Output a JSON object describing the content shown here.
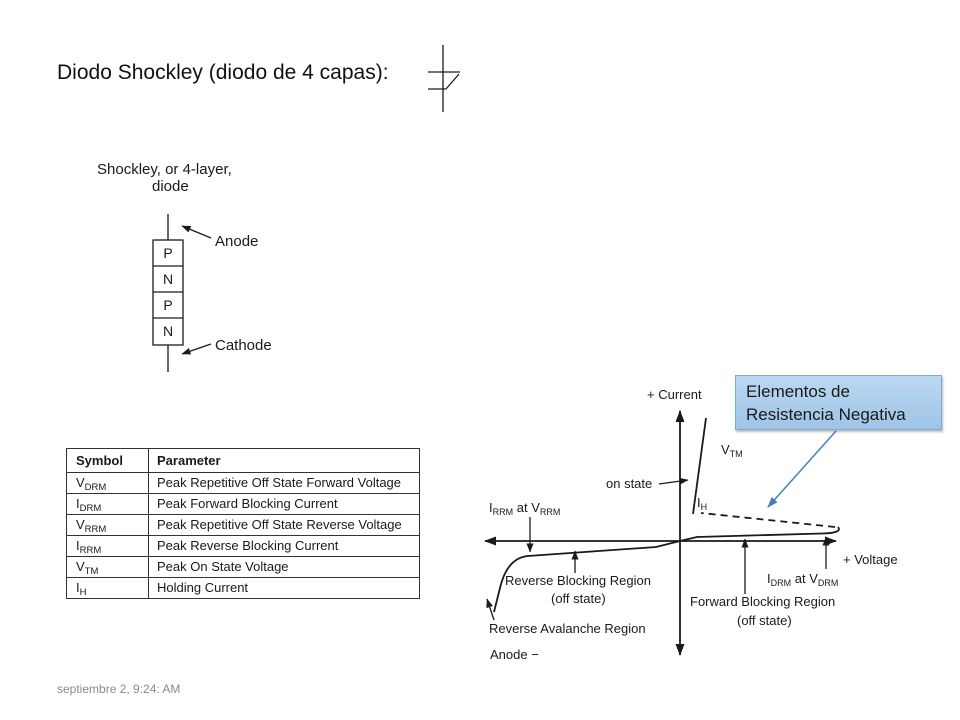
{
  "slide": {
    "title": "Diodo Shockley (diodo de 4 capas):",
    "footer_date": "septiembre 2, 9:24: AM",
    "symbol_icon": "shockley-diode-symbol"
  },
  "layer_diagram": {
    "caption_line1": "Shockley, or 4-layer,",
    "caption_line2": "diode",
    "layers": [
      "P",
      "N",
      "P",
      "N"
    ],
    "anode_label": "Anode",
    "cathode_label": "Cathode"
  },
  "parameter_table": {
    "headers": [
      "Symbol",
      "Parameter"
    ],
    "rows": [
      {
        "symbol": "V",
        "sub": "DRM",
        "parameter": "Peak Repetitive Off State Forward Voltage"
      },
      {
        "symbol": "I",
        "sub": "DRM",
        "parameter": "Peak Forward Blocking Current"
      },
      {
        "symbol": "V",
        "sub": "RRM",
        "parameter": "Peak Repetitive Off State Reverse Voltage"
      },
      {
        "symbol": "I",
        "sub": "RRM",
        "parameter": "Peak Reverse Blocking Current"
      },
      {
        "symbol": "V",
        "sub": "TM",
        "parameter": "Peak On State Voltage"
      },
      {
        "symbol": "I",
        "sub": "H",
        "parameter": "Holding Current"
      }
    ]
  },
  "characteristic_curve": {
    "current_axis_label": "+ Current",
    "voltage_axis_label": "+ Voltage",
    "negative_axis_label": "Anode −",
    "vtm_label": {
      "base": "V",
      "sub": "TM"
    },
    "on_state_label": "on state",
    "ih_label": {
      "base": "I",
      "sub": "H"
    },
    "irrm_label": {
      "base": "I",
      "sub": "RRM",
      "mid": " at V",
      "sub2": "RRM"
    },
    "idrm_label": {
      "base": "I",
      "sub": "DRM",
      "mid": " at V",
      "sub2": "DRM"
    },
    "reverse_blocking_region": [
      "Reverse Blocking Region",
      "(off state)"
    ],
    "forward_blocking_region": [
      "Forward Blocking Region",
      "(off state)"
    ],
    "reverse_avalanche_region": "Reverse Avalanche Region"
  },
  "callout": {
    "lines": [
      "Elementos de",
      "Resistencia Negativa"
    ]
  },
  "colors": {
    "slide_background": "#ffffff",
    "ink": "#1a1a1a",
    "title_text": "#111111",
    "footer_text": "#8a8a8a",
    "table_border": "#333333",
    "callout_fill_top": "#bcd8f1",
    "callout_fill_bottom": "#9ec4e7",
    "callout_border": "#7ea9d4",
    "callout_text": "#1a1a1a",
    "callout_arrow": "#4a7ebb"
  }
}
